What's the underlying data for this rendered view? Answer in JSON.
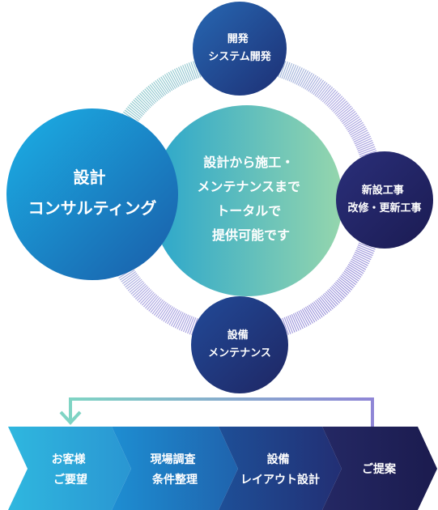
{
  "cycle": {
    "center": {
      "lines": [
        "設計から施工・",
        "メンテナンスまで",
        "トータルで",
        "提供可能です"
      ]
    },
    "consulting": {
      "lines": [
        "設計",
        "コンサルティング"
      ]
    },
    "nodes": [
      {
        "id": "dev",
        "lines": [
          "開発",
          "システム開発"
        ]
      },
      {
        "id": "build",
        "lines": [
          "新設工事",
          "改修・更新工事"
        ]
      },
      {
        "id": "maint",
        "lines": [
          "設備",
          "メンテナンス"
        ]
      }
    ]
  },
  "flow": {
    "steps": [
      {
        "id": "request",
        "lines": [
          "お客様",
          "ご要望"
        ]
      },
      {
        "id": "survey",
        "lines": [
          "現場調査",
          "条件整理"
        ]
      },
      {
        "id": "layout",
        "lines": [
          "設備",
          "レイアウト設計"
        ]
      },
      {
        "id": "proposal",
        "lines": [
          "ご提案"
        ]
      }
    ]
  },
  "colors": {
    "dark_navy": "#1c1f5c",
    "deep_blue": "#1f3f8f",
    "bright_blue": "#1f8fd6",
    "teal": "#2aaec0",
    "mint": "#84d1b5",
    "ring_lavender": "#8f86d6",
    "ring_mint": "#7fd4c4"
  }
}
